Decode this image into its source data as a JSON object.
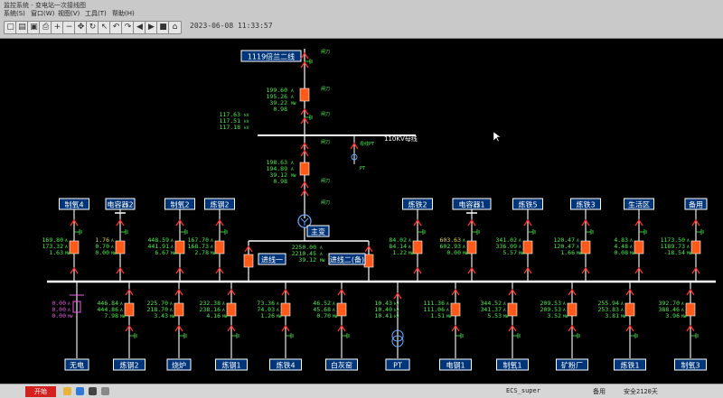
{
  "window": {
    "title": "监控系统 - 变电站一次接线图",
    "menus": [
      "系统(S)",
      "窗口(W)",
      "视图(V)",
      "工具(T)",
      "帮助(H)"
    ],
    "toolbar_icons": [
      "new-icon",
      "open-icon",
      "save-icon",
      "print-icon",
      "zoom-in-icon",
      "zoom-out-icon",
      "pan-icon",
      "refresh-icon",
      "select-icon",
      "undo-icon",
      "redo-icon",
      "back-icon",
      "forward-icon",
      "stop-icon",
      "home-icon"
    ],
    "datetime": "2023-06-08 11:33:57"
  },
  "colors": {
    "bg": "#000000",
    "line_white": "#ffffff",
    "breaker": "#ff5a1a",
    "breaker_edge": "#ffffff",
    "isolator": "#ff2a2a",
    "measure": "#4df04d",
    "measure_cap": "#dcdc40",
    "label_border": "#ffffff",
    "label_fill": "#00357a",
    "label_text": "#ffffff",
    "cap_pink": "#e85ae0",
    "pt_blue": "#5fa8ff"
  },
  "incoming": {
    "line_label": "1119倍兰二线",
    "bus_label": "110KV母线",
    "knife_label": "闸刀",
    "line_voltage": [
      "117.63",
      "117.51",
      "117.18"
    ],
    "line_voltage_unit": "kV",
    "breaker1_values": [
      "199.60",
      "195.26",
      "39.22",
      "0.98"
    ],
    "breaker1_units": [
      "A",
      "A",
      "MW",
      ""
    ],
    "breaker2_values": [
      "198.63",
      "194.89",
      "39.12",
      "0.98"
    ],
    "breaker2_units": [
      "A",
      "A",
      "MW",
      ""
    ],
    "pt_label": "母线PT",
    "pt_sub": "PT"
  },
  "transformer": {
    "label": "主变",
    "values": [
      "2250.00",
      "2210.45",
      "39.12"
    ],
    "units": [
      "A",
      "A",
      "MW"
    ]
  },
  "bus_tie": {
    "labels": [
      "进线一",
      "进线二(备)"
    ]
  },
  "feeders_top": [
    {
      "name": "制氧4",
      "values": [
        "169.80",
        "173.32",
        "1.63"
      ],
      "units": [
        "A",
        "A",
        "MW"
      ]
    },
    {
      "name": "电容器2",
      "values": [
        "1.76",
        "0.70",
        "0.00"
      ],
      "units": [
        "A",
        "A",
        "MW"
      ]
    },
    {
      "name": "制氧2",
      "values": [
        "448.59",
        "441.91",
        "6.67"
      ],
      "units": [
        "A",
        "A",
        "MW"
      ]
    },
    {
      "name": "炼钢2",
      "values": [
        "167.70",
        "168.73",
        "2.78"
      ],
      "units": [
        "A",
        "A",
        "MW"
      ]
    },
    {
      "name": "炼铁2",
      "values": [
        "84.02",
        "84.14",
        "1.22"
      ],
      "units": [
        "A",
        "A",
        "MW"
      ]
    },
    {
      "name": "电容器1",
      "values": [
        "603.63",
        "602.93",
        "0.00"
      ],
      "units": [
        "A",
        "A",
        "MW"
      ]
    },
    {
      "name": "炼铁5",
      "values": [
        "341.02",
        "336.09",
        "5.57"
      ],
      "units": [
        "A",
        "A",
        "MW"
      ]
    },
    {
      "name": "炼铁3",
      "values": [
        "120.47",
        "120.47",
        "1.66"
      ],
      "units": [
        "A",
        "A",
        "MW"
      ]
    },
    {
      "name": "生活区",
      "values": [
        "4.83",
        "4.48",
        "0.08"
      ],
      "units": [
        "A",
        "A",
        "MW"
      ]
    },
    {
      "name": "备用",
      "values": [
        "1173.50",
        "1189.73",
        "-18.54"
      ],
      "units": [
        "A",
        "A",
        "MW"
      ]
    }
  ],
  "feeders_bottom": [
    {
      "name": "无电",
      "values": [
        "0.00",
        "0.00",
        "0.00"
      ],
      "units": [
        "A",
        "A",
        "MW"
      ],
      "type": "capacitor"
    },
    {
      "name": "炼钢2",
      "values": [
        "446.84",
        "444.86",
        "7.98"
      ],
      "units": [
        "A",
        "A",
        "MW"
      ]
    },
    {
      "name": "烧炉",
      "values": [
        "225.70",
        "218.70",
        "3.43"
      ],
      "units": [
        "A",
        "A",
        "MW"
      ]
    },
    {
      "name": "炼钢1",
      "values": [
        "232.38",
        "238.16",
        "4.16"
      ],
      "units": [
        "A",
        "A",
        "MW"
      ]
    },
    {
      "name": "炼铁4",
      "values": [
        "73.36",
        "74.03",
        "1.26"
      ],
      "units": [
        "A",
        "A",
        "MW"
      ]
    },
    {
      "name": "白灰窑",
      "values": [
        "46.52",
        "45.68",
        "0.70"
      ],
      "units": [
        "A",
        "A",
        "MW"
      ]
    },
    {
      "name": "PT",
      "values": [
        "10.43",
        "10.40",
        "10.41"
      ],
      "units": [
        "kV",
        "kV",
        "kV"
      ],
      "type": "pt"
    },
    {
      "name": "电钢1",
      "values": [
        "111.36",
        "111.06",
        "1.51"
      ],
      "units": [
        "A",
        "A",
        "MW"
      ]
    },
    {
      "name": "制氧1",
      "values": [
        "344.52",
        "341.37",
        "5.53"
      ],
      "units": [
        "A",
        "A",
        "MW"
      ]
    },
    {
      "name": "矿粉厂",
      "values": [
        "209.53",
        "209.53",
        "3.52"
      ],
      "units": [
        "A",
        "A",
        "MW"
      ]
    },
    {
      "name": "炼铁1",
      "values": [
        "255.94",
        "253.83",
        "3.81"
      ],
      "units": [
        "A",
        "A",
        "MW"
      ]
    },
    {
      "name": "制氧3",
      "values": [
        "392.70",
        "388.46",
        "3.96"
      ],
      "units": [
        "A",
        "A",
        "MW"
      ]
    }
  ],
  "taskbar": {
    "start_label": "开始",
    "app_label": "ECS_super",
    "status1": "备用",
    "status2": "安全2120天"
  }
}
